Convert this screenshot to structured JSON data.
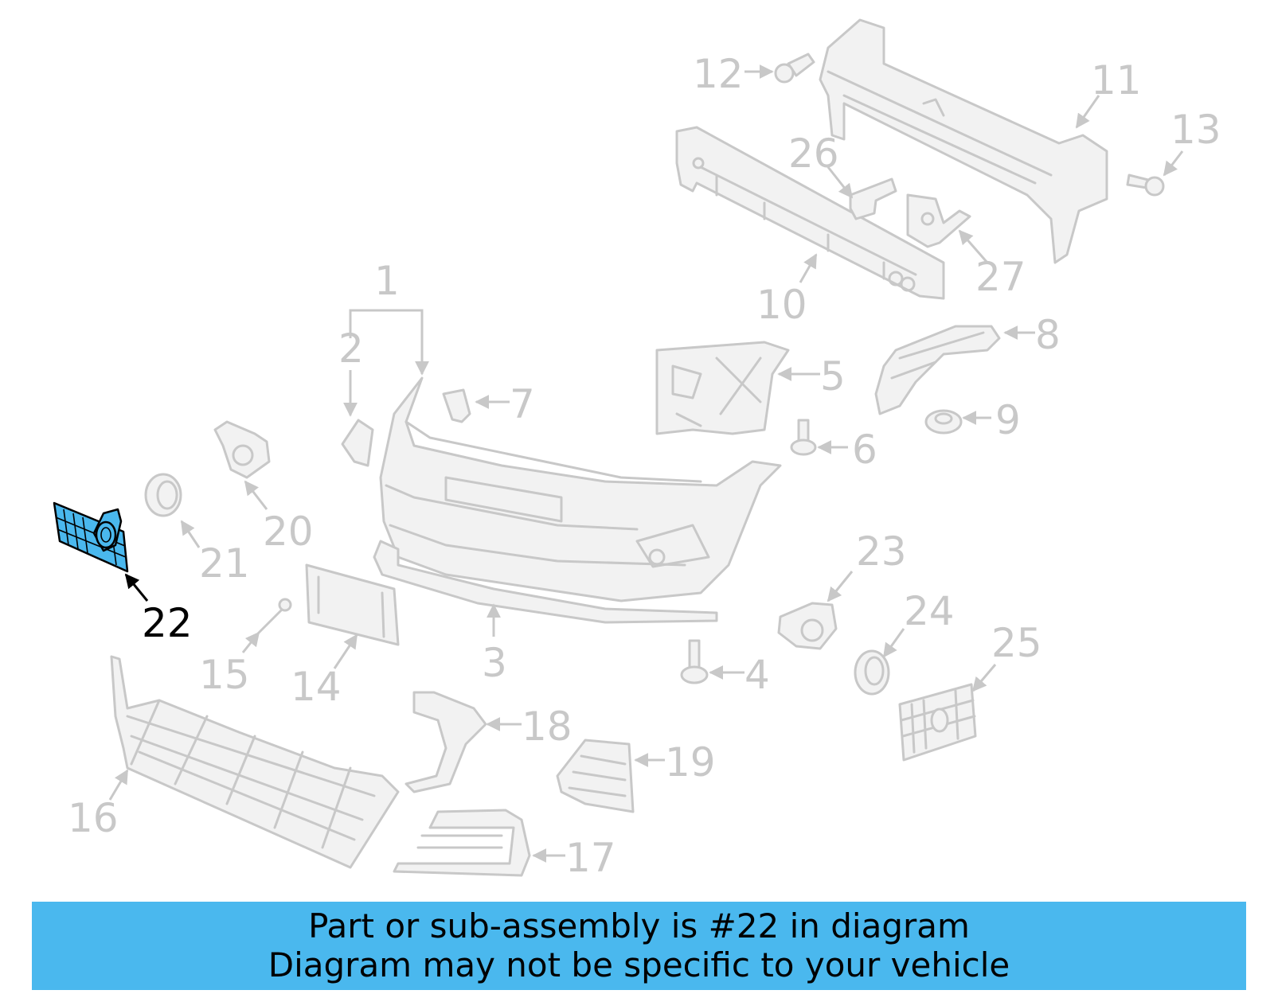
{
  "diagram": {
    "highlight": {
      "callout": "22",
      "color": "#4ab8ee"
    },
    "callouts": [
      "1",
      "2",
      "3",
      "4",
      "5",
      "6",
      "7",
      "8",
      "9",
      "10",
      "11",
      "12",
      "13",
      "14",
      "15",
      "16",
      "17",
      "18",
      "19",
      "20",
      "21",
      "23",
      "24",
      "25",
      "26",
      "27"
    ],
    "part_color": "#c8c8c8"
  },
  "banner": {
    "line1": "Part or sub-assembly is #22 in diagram",
    "line2": "Diagram may not be specific to your vehicle",
    "background": "#4ab8ee"
  }
}
